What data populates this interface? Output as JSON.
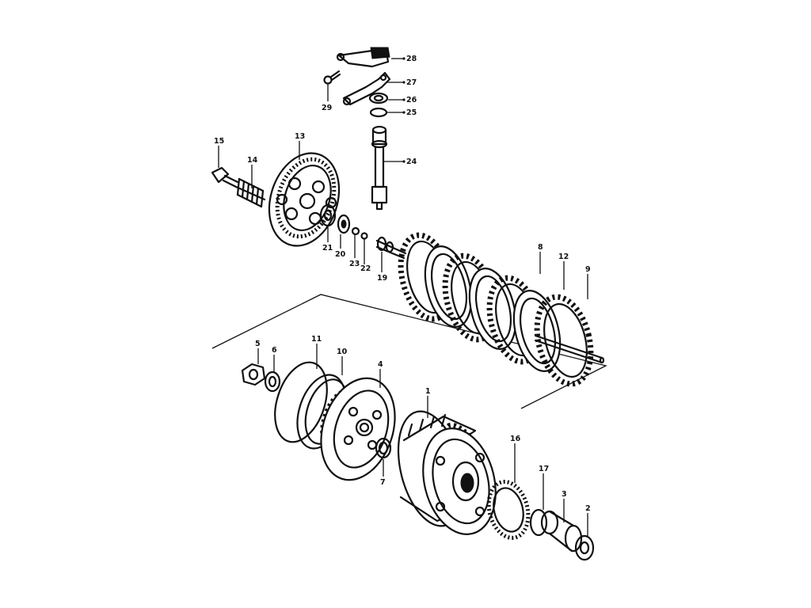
{
  "callouts": {
    "p1": "1",
    "p2": "2",
    "p3": "3",
    "p4": "4",
    "p5": "5",
    "p6": "6",
    "p7": "7",
    "p8": "8",
    "p9": "9",
    "p10": "10",
    "p11": "11",
    "p12": "12",
    "p13": "13",
    "p14": "14",
    "p15": "15",
    "p16": "16",
    "p17": "17",
    "p19": "19",
    "p20": "20",
    "p21": "21",
    "p22": "22",
    "p23": "23",
    "p24": "24",
    "p25": "25",
    "p26": "26",
    "p27": "27",
    "p28": "28",
    "p29": "29"
  },
  "colors": {
    "ink": "#111111",
    "paper": "#ffffff"
  }
}
